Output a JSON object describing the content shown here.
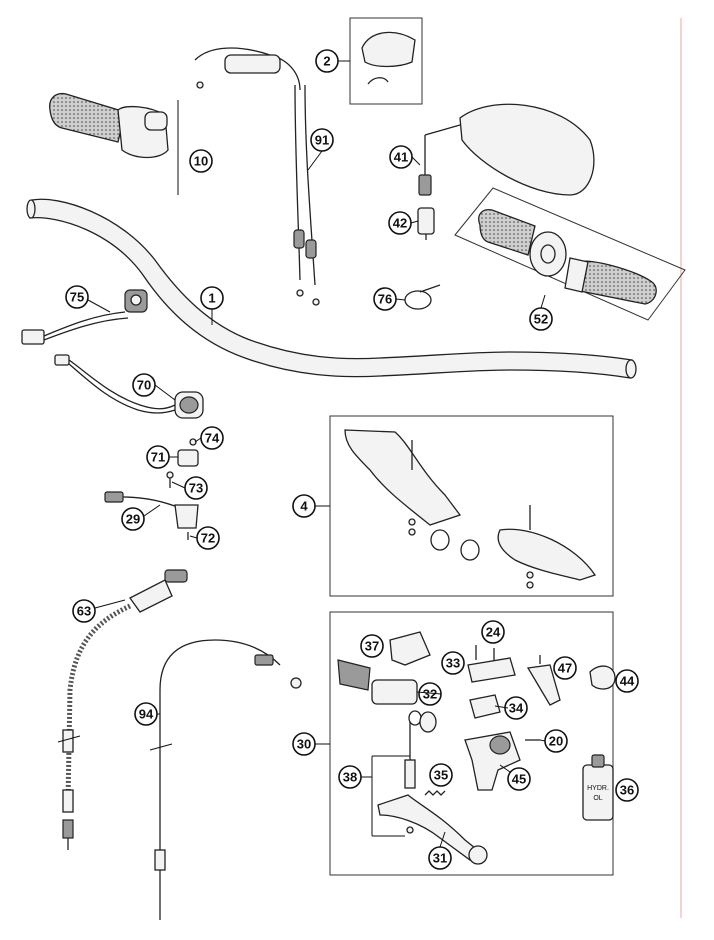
{
  "parts": [
    {
      "label": "1"
    },
    {
      "label": "2"
    },
    {
      "label": "4"
    },
    {
      "label": "10"
    },
    {
      "label": "20"
    },
    {
      "label": "24"
    },
    {
      "label": "29"
    },
    {
      "label": "30"
    },
    {
      "label": "31"
    },
    {
      "label": "32"
    },
    {
      "label": "33"
    },
    {
      "label": "34"
    },
    {
      "label": "35"
    },
    {
      "label": "36"
    },
    {
      "label": "37"
    },
    {
      "label": "38"
    },
    {
      "label": "41"
    },
    {
      "label": "42"
    },
    {
      "label": "44"
    },
    {
      "label": "45"
    },
    {
      "label": "47"
    },
    {
      "label": "52"
    },
    {
      "label": "63"
    },
    {
      "label": "70"
    },
    {
      "label": "71"
    },
    {
      "label": "72"
    },
    {
      "label": "73"
    },
    {
      "label": "74"
    },
    {
      "label": "75"
    },
    {
      "label": "76"
    },
    {
      "label": "91"
    },
    {
      "label": "94"
    }
  ],
  "bottle_label": {
    "line1": "HYDR.",
    "line2": "OL"
  }
}
